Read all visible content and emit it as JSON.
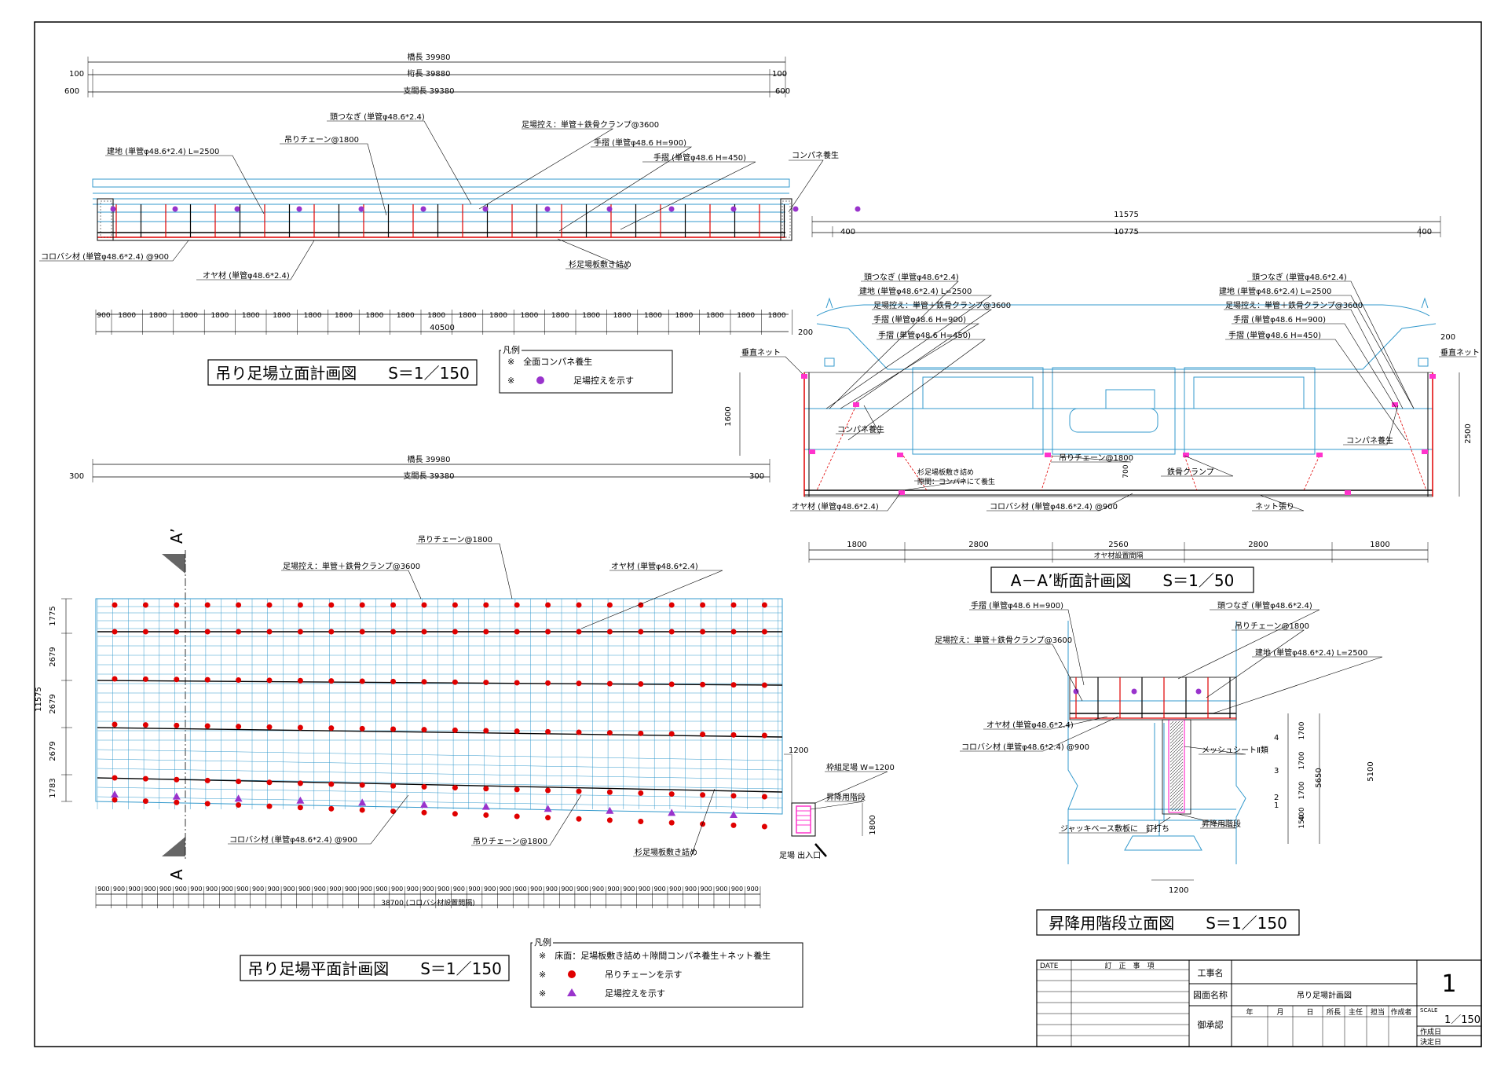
{
  "elevation": {
    "dims_top": {
      "bridge_length": "橋長 39980",
      "girder_length": "桁長 39880",
      "span_length": "支間長 39380",
      "left_100": "100",
      "left_600": "600",
      "right_100": "100",
      "right_600": "600"
    },
    "labels": {
      "kashira": "頭つなぎ (単管φ48.6*2.4)",
      "brace_clamp": "足場控え：単管＋鉄骨クランプ@3600",
      "chain": "吊りチェーン@1800",
      "handrail900": "手摺 (単管φ48.6 H=900)",
      "post": "建地 (単管φ48.6*2.4) L=2500",
      "handrail450": "手摺 (単管φ48.6 H=450)",
      "konpane": "コンパネ養生",
      "korobashi": "コロバシ材 (単管φ48.6*2.4) @900",
      "oya": "オヤ材 (単管φ48.6*2.4)",
      "sugi": "杉足場板敷き詰め"
    },
    "dims_bottom": [
      "900",
      "1800",
      "1800",
      "1800",
      "1800",
      "1800",
      "1800",
      "1800",
      "1800",
      "1800",
      "1800",
      "1800",
      "1800",
      "1800",
      "1800",
      "1800",
      "1800",
      "1800",
      "1800",
      "1800",
      "1800",
      "1800",
      "1800"
    ],
    "total": "40500",
    "title": "吊り足場立面計画図　　S＝1／150",
    "legend": {
      "head": "凡例",
      "row1": "※　全面コンパネ養生",
      "row2_mark": "※",
      "row2": "足場控えを示す"
    }
  },
  "section": {
    "dims": {
      "total": "11575",
      "left": "400",
      "mid": "10775",
      "right": "400",
      "h1600": "1600",
      "h2500": "2500",
      "h700": "700",
      "v200l": "200",
      "v200r": "200"
    },
    "labels": {
      "kashira_l": "頭つなぎ (単管φ48.6*2.4)",
      "post_l": "建地 (単管φ48.6*2.4) L=2500",
      "brace_l": "足場控え：単管＋鉄骨クランプ@3600",
      "hand900_l": "手摺 (単管φ48.6 H=900)",
      "hand450_l": "手摺 (単管φ48.6 H=450)",
      "kashira_r": "頭つなぎ (単管φ48.6*2.4)",
      "post_r": "建地 (単管φ48.6*2.4) L=2500",
      "brace_r": "足場控え：単管＋鉄骨クランプ@3600",
      "hand900_r": "手摺 (単管φ48.6 H=900)",
      "hand450_r": "手摺 (単管φ48.6 H=450)",
      "net_l": "垂直ネット",
      "net_r": "垂直ネット",
      "konpane_l": "コンパネ養生",
      "konpane_r": "コンパネ養生",
      "chain": "吊りチェーン@1800",
      "clamp": "鉄骨クランプ",
      "sugi1": "杉足場板敷き詰め",
      "sugi2": "隙間：コンパネにて養生",
      "oya": "オヤ材 (単管φ48.6*2.4)",
      "korobashi": "コロバシ材 (単管φ48.6*2.4) @900",
      "net_bottom": "ネット張り"
    },
    "dims_bottom": [
      "1800",
      "2800",
      "2560",
      "2800",
      "1800"
    ],
    "dims_bottom_label": "オヤ材設置間隔",
    "title": "A－A’断面計画図　　S＝1／50"
  },
  "plan": {
    "dims_top": {
      "bridge_length": "橋長 39980",
      "span_length": "支間長 39380",
      "left": "300",
      "right": "300"
    },
    "section_mark_top": "A’",
    "section_mark_bottom": "A",
    "labels": {
      "chain_top": "吊りチェーン@1800",
      "brace": "足場控え：単管＋鉄骨クランプ@3600",
      "oya": "オヤ材 (単管φ48.6*2.4)",
      "korobashi": "コロバシ材 (単管φ48.6*2.4) @900",
      "chain_bottom": "吊りチェーン@1800",
      "sugi": "杉足場板敷き詰め",
      "frame": "枠組足場 W=1200",
      "stair": "昇降用階段",
      "entrance": "足場 出入口",
      "d1200": "1200",
      "d1800": "1800"
    },
    "dims_left": [
      "1775",
      "2679",
      "2679",
      "2679",
      "1783"
    ],
    "dims_left_total": "11575",
    "dims_bottom": [
      "900",
      "900",
      "900",
      "900",
      "900",
      "900",
      "900",
      "900",
      "900",
      "900",
      "900",
      "900",
      "900",
      "900",
      "900",
      "900",
      "900",
      "900",
      "900",
      "900",
      "900",
      "900",
      "900",
      "900",
      "900",
      "900",
      "900",
      "900",
      "900",
      "900",
      "900",
      "900",
      "900",
      "900",
      "900",
      "900",
      "900",
      "900",
      "900",
      "900",
      "900",
      "900",
      "900"
    ],
    "total": "38700 (コロバシ材設置間隔)",
    "title": "吊り足場平面計画図　　S＝1／150",
    "legend": {
      "head": "凡例",
      "row1": "※　床面：足場板敷き詰め＋隙間コンパネ養生＋ネット養生",
      "row2_mark": "※",
      "row2": "吊りチェーンを示す",
      "row3_mark": "※",
      "row3": "足場控えを示す"
    }
  },
  "stair": {
    "labels": {
      "hand900": "手摺 (単管φ48.6 H=900)",
      "kashira": "頭つなぎ (単管φ48.6*2.4)",
      "chain": "吊りチェーン@1800",
      "brace": "足場控え：単管＋鉄骨クランプ@3600",
      "post": "建地 (単管φ48.6*2.4) L=2500",
      "oya": "オヤ材 (単管φ48.6*2.4)",
      "korobashi": "コロバシ材 (単管φ48.6*2.4) @900",
      "mesh": "メッシュシートⅡ類",
      "jack": "ジャッキベース敷板に　釘打ち",
      "stair": "昇降用階段",
      "d1200": "1200"
    },
    "levels": [
      "4",
      "3",
      "2",
      "1"
    ],
    "dims_right": [
      "1700",
      "1700",
      "1700",
      "400",
      "150"
    ],
    "d5650": "5650",
    "d5100": "5100",
    "title": "昇降用階段立面図　　S＝1／150"
  },
  "titleblock": {
    "date": "DATE",
    "revision": "訂　正　事　項",
    "project": "工事名",
    "drawing_name_label": "図面名称",
    "drawing_name": "吊り足場計画図",
    "approval": "御承認",
    "year": "年",
    "month": "月",
    "day": "日",
    "chief": "所長",
    "main": "主任",
    "charge": "担当",
    "author": "作成者",
    "scale_label": "SCALE",
    "scale": "1／150",
    "sheet": "1",
    "created": "作成日",
    "decided": "決定日"
  },
  "colors": {
    "line": "#000000",
    "steel": "#3399cc",
    "red": "#e00000",
    "purple": "#9933cc",
    "pink": "#ff33cc"
  }
}
